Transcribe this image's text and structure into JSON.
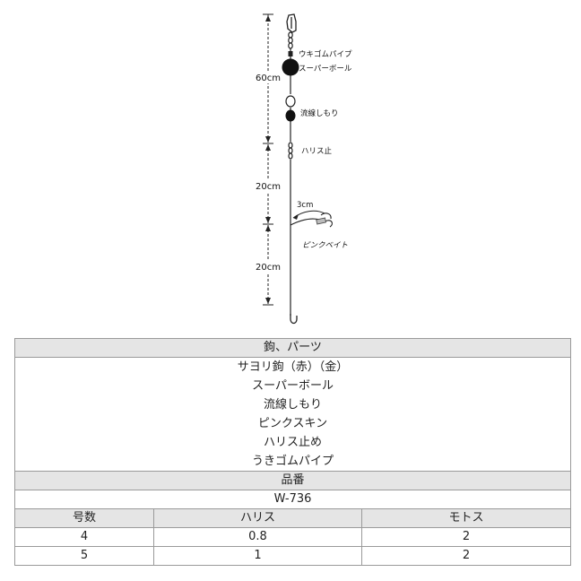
{
  "diagram": {
    "dimensions": [
      "60cm",
      "20cm",
      "20cm"
    ],
    "parts_labels": [
      "ウキゴムパイプ",
      "スーパーボール",
      "流線しもり",
      "ハリス止"
    ],
    "hook_offset": "3cm",
    "hook_label": "ピンクベイト"
  },
  "table": {
    "parts_header": "鉤、パーツ",
    "parts": [
      "サヨリ鉤（赤）（金）",
      "スーパーボール",
      "流線しもり",
      "ピンクスキン",
      "ハリス止め",
      "うきゴムパイプ"
    ],
    "product_header": "品番",
    "product_code": "W-736",
    "columns": [
      "号数",
      "ハリス",
      "モトス"
    ],
    "rows": [
      [
        "4",
        "0.8",
        "2"
      ],
      [
        "5",
        "1",
        "2"
      ]
    ]
  }
}
